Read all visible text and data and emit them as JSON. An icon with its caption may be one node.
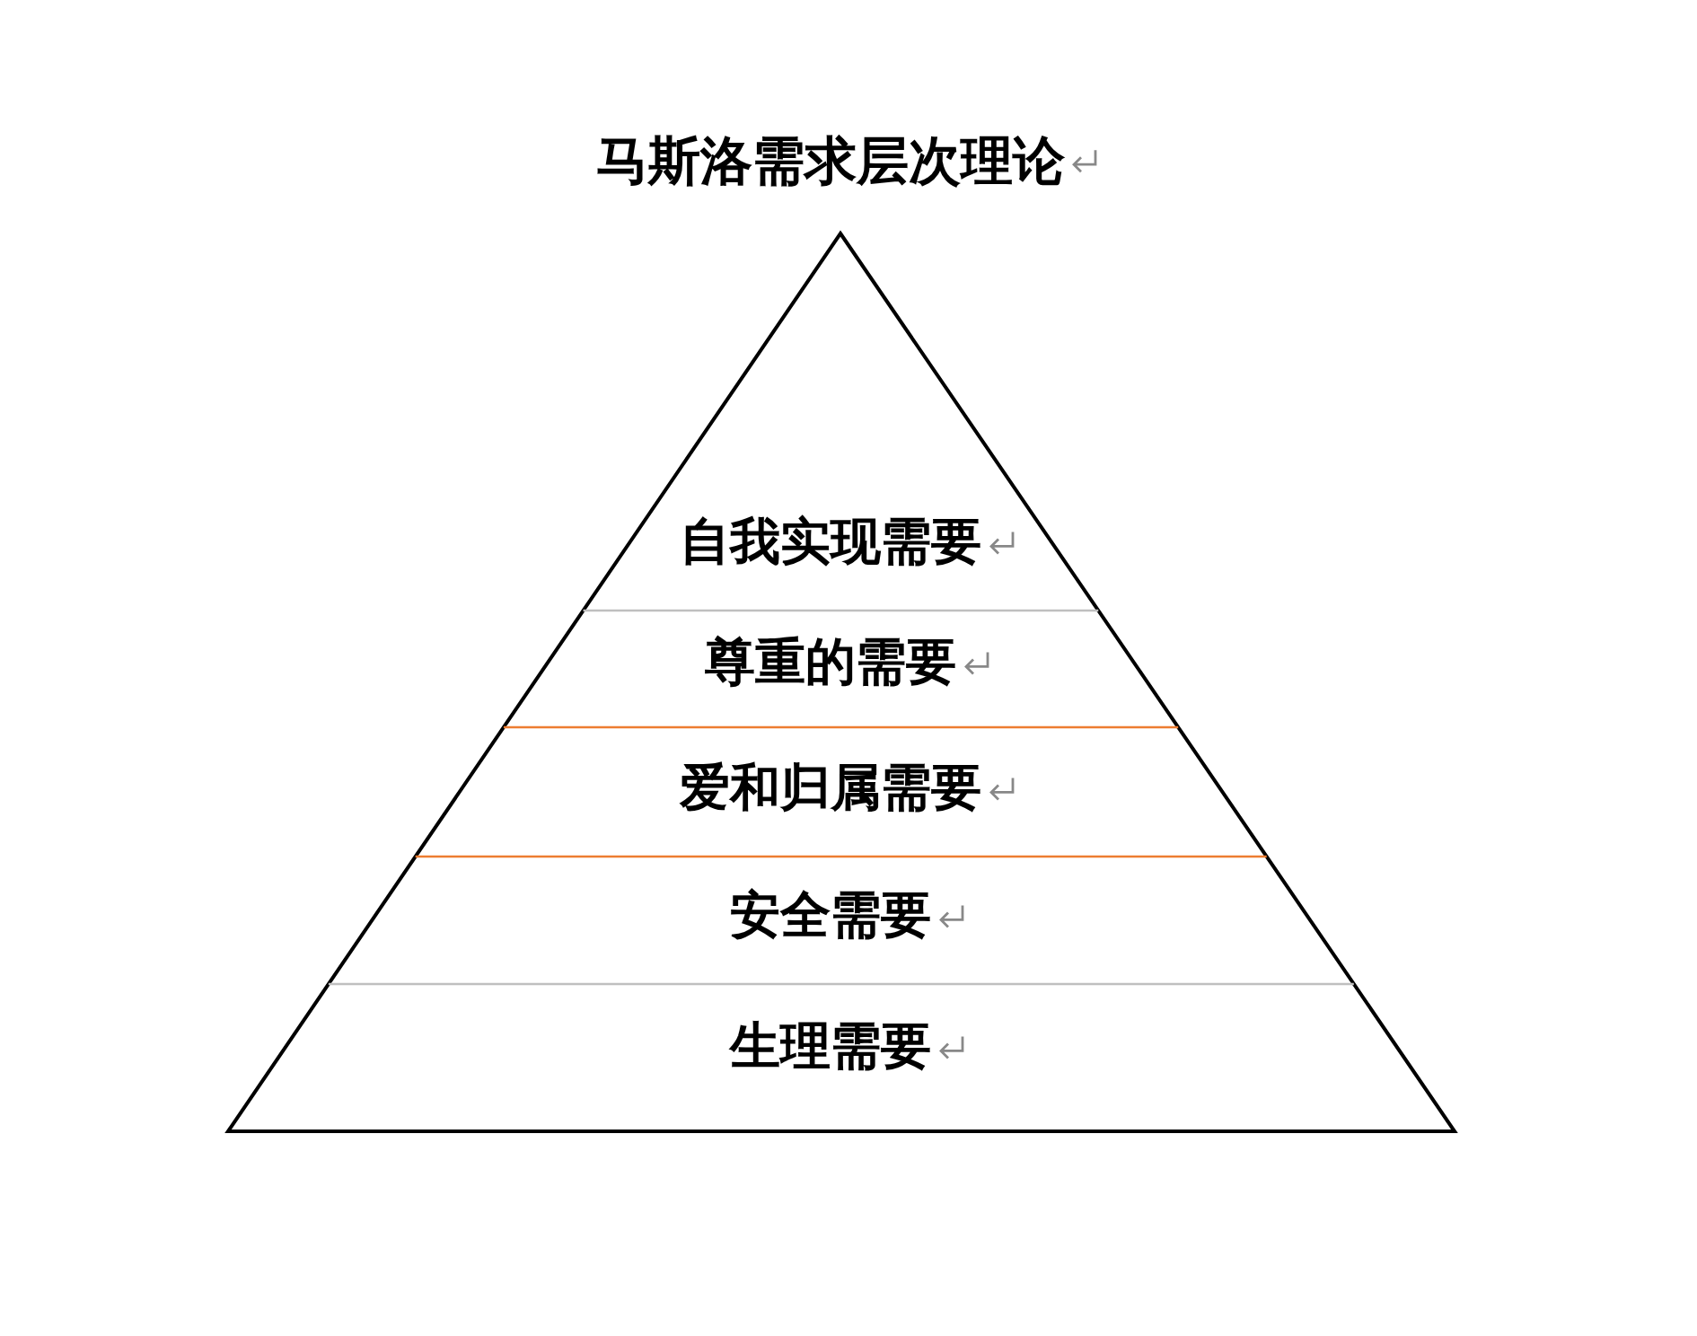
{
  "diagram": {
    "title": "马斯洛需求层次理论",
    "nodes": [
      {
        "text": [
          "自我实现需要"
        ]
      },
      {
        "text": [
          "尊重的需要"
        ]
      },
      {
        "text": [
          "爱和归属需要"
        ]
      },
      {
        "text": [
          "安全需要"
        ]
      },
      {
        "text": [
          "生理需要"
        ]
      }
    ],
    "edges": []
  }
}
